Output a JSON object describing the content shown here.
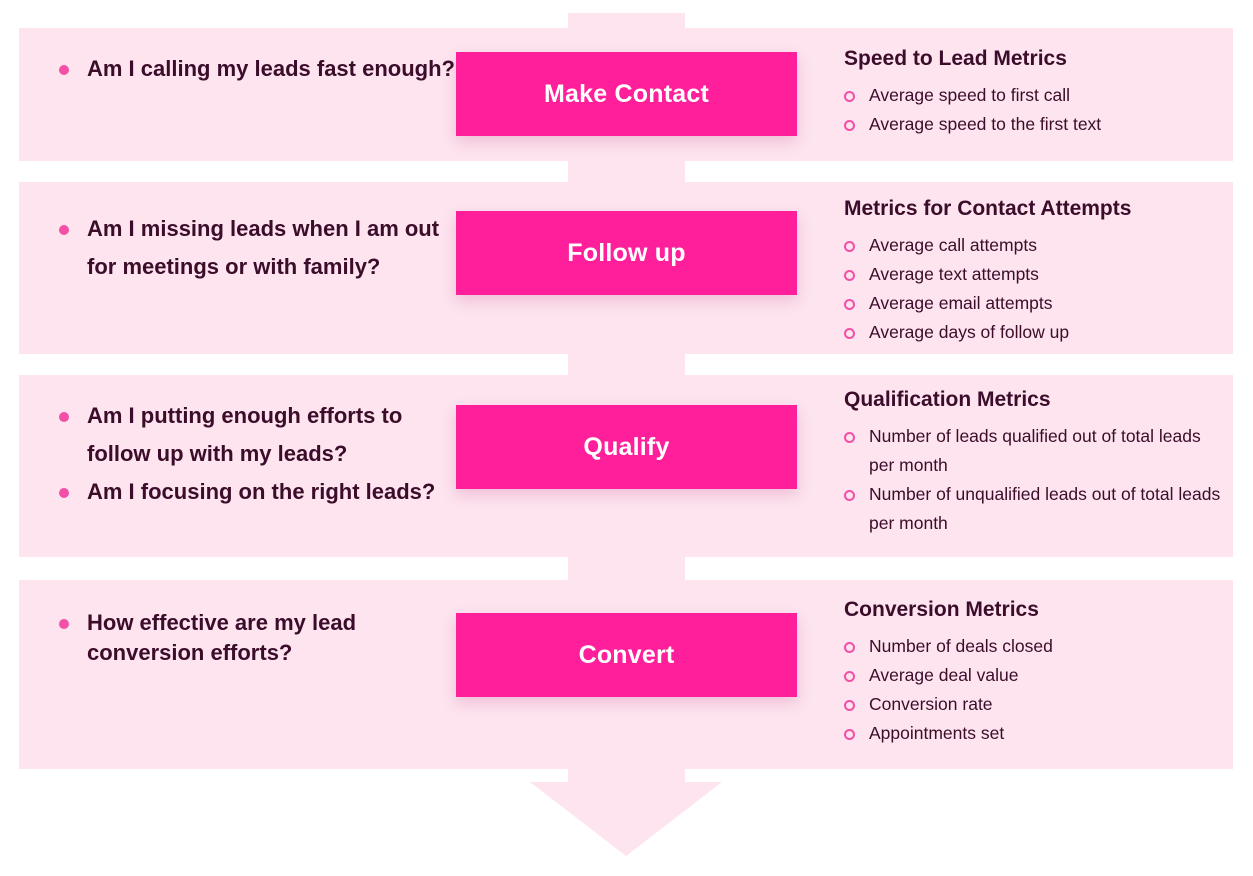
{
  "colors": {
    "band": "#fde4ef",
    "stage_box": "#ff1f9b",
    "bullet": "#f24fa6",
    "text_dark": "#3b0d2a",
    "stage_text": "#ffffff"
  },
  "rows": [
    {
      "stage": "Make Contact",
      "questions": [
        "Am I calling my leads fast enough?"
      ],
      "metrics_title": "Speed to Lead Metrics",
      "metrics": [
        "Average speed to first call",
        "Average speed to the first text"
      ]
    },
    {
      "stage": "Follow up",
      "questions": [
        "Am I missing leads when I am out for meetings or with family?"
      ],
      "metrics_title": "Metrics for Contact Attempts",
      "metrics": [
        "Average call attempts",
        "Average text attempts",
        "Average email attempts",
        "Average days of follow up"
      ]
    },
    {
      "stage": "Qualify",
      "questions": [
        "Am I putting enough efforts to follow up with my leads?",
        "Am I focusing on the right leads?"
      ],
      "metrics_title": "Qualification Metrics",
      "metrics": [
        "Number of leads qualified out of total leads per month",
        "Number of unqualified leads out of total leads per month"
      ]
    },
    {
      "stage": "Convert",
      "questions": [
        "How effective are my lead conversion efforts?"
      ],
      "metrics_title": "Conversion Metrics",
      "metrics": [
        "Number of deals closed",
        "Average deal value",
        "Conversion rate",
        "Appointments set"
      ]
    }
  ]
}
